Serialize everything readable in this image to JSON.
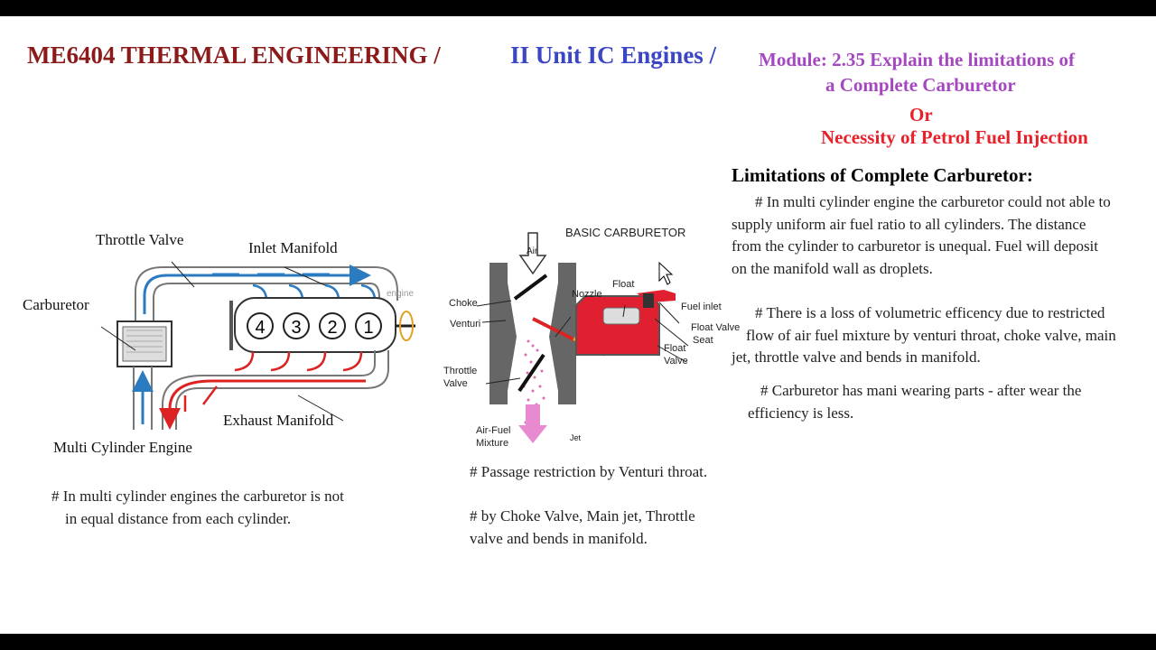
{
  "header": {
    "course": "ME6404 THERMAL ENGINEERING /",
    "unit": "II Unit  IC Engines /",
    "module_line1": "Module: 2.35 Explain the limitations of",
    "module_line2": "a Complete Carburetor",
    "or": "Or",
    "necessity": "Necessity of Petrol Fuel Injection"
  },
  "limitations": {
    "heading": "Limitations of Complete Carburetor:",
    "p1": [
      "# In multi cylinder engine the carburetor could not able to",
      "supply uniform air fuel ratio to all cylinders. The distance",
      "from the cylinder to carburetor is unequal. Fuel will deposit",
      "on the manifold wall as droplets."
    ],
    "p2": [
      "# There is a loss of volumetric efficency due to restricted",
      "flow of air fuel mixture by venturi throat, choke valve, main",
      "jet, throttle valve and bends in manifold."
    ],
    "p3": [
      "# Carburetor has mani wearing parts - after wear the",
      "efficiency is less."
    ]
  },
  "engine_diagram": {
    "throttle_valve": "Throttle Valve",
    "inlet_manifold": "Inlet Manifold",
    "carburetor": "Carburetor",
    "engine": "engine",
    "cylinders": [
      "4",
      "3",
      "2",
      "1"
    ],
    "exhaust_manifold": "Exhaust Manifold",
    "caption": "Multi Cylinder Engine",
    "note_line1": "#  In multi cylinder engines the carburetor is not",
    "note_line2": "in equal distance from each cylinder."
  },
  "carb_diagram": {
    "title": "BASIC CARBURETOR",
    "air": "Air",
    "choke": "Choke",
    "venturi": "Venturi",
    "throttle_valve": [
      "Throttle",
      "Valve"
    ],
    "air_fuel_mixture": [
      "Air-Fuel",
      "Mixture"
    ],
    "jet": "Jet",
    "nozzle": "Nozzle",
    "float": "Float",
    "fuel_inlet": "Fuel inlet",
    "float_valve_seat": [
      "Float Valve",
      "Seat"
    ],
    "float_valve": [
      "Float",
      "Valve"
    ],
    "note1": "#  Passage restriction by Venturi throat.",
    "note2_line1": "# by Choke Valve, Main jet, Throttle",
    "note2_line2": "valve and bends in manifold."
  },
  "colors": {
    "course": "#8b1a1a",
    "unit": "#3b46c4",
    "module": "#a548c0",
    "necessity": "#e8202a"
  }
}
